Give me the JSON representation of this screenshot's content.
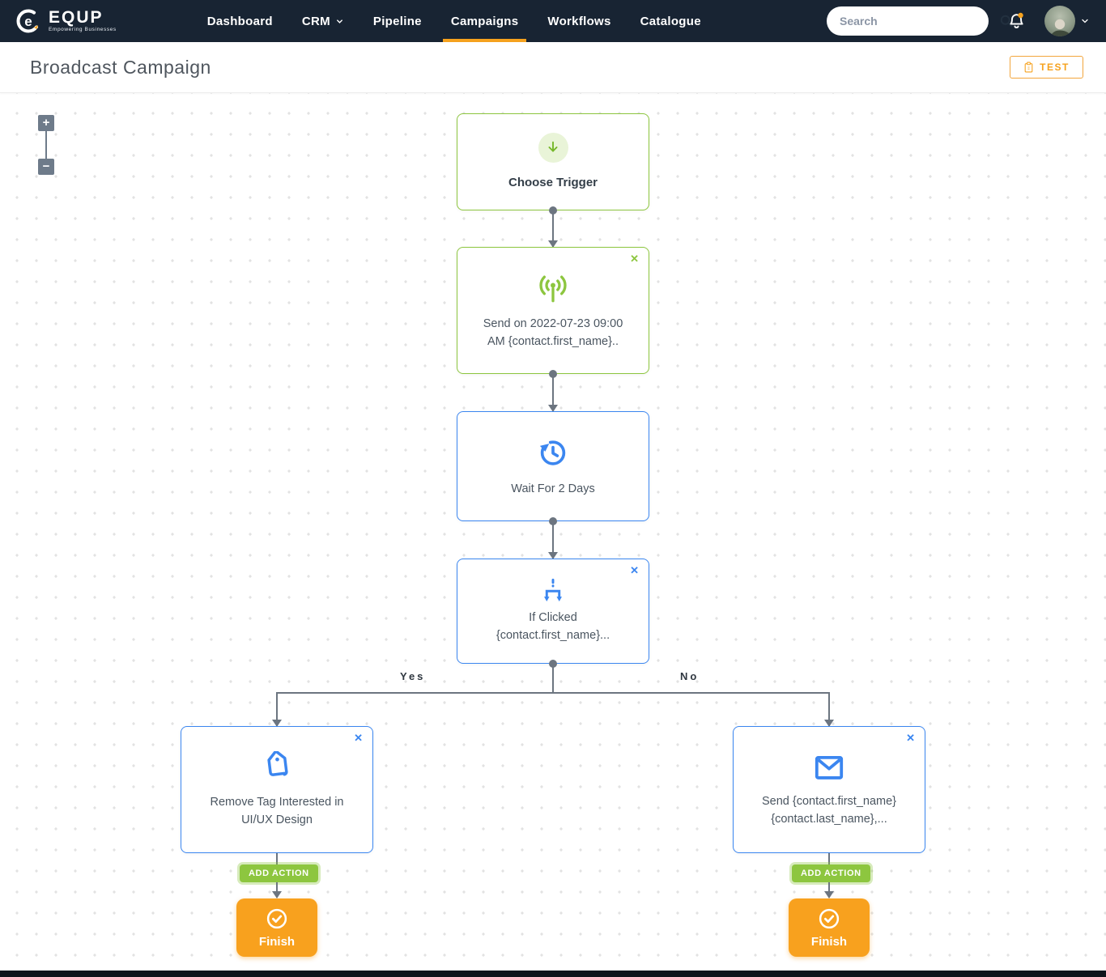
{
  "navbar": {
    "brand": "EQUP",
    "tagline": "Empowering Businesses",
    "items": [
      {
        "label": "Dashboard"
      },
      {
        "label": "CRM"
      },
      {
        "label": "Pipeline"
      },
      {
        "label": "Campaigns"
      },
      {
        "label": "Workflows"
      },
      {
        "label": "Catalogue"
      }
    ],
    "search": {
      "placeholder": "Search"
    }
  },
  "header": {
    "title": "Broadcast Campaign",
    "test_label": "TEST"
  },
  "flow": {
    "zoom": {
      "in": "+",
      "out": "−"
    },
    "trigger": {
      "label": "Choose Trigger"
    },
    "broadcast": {
      "line1": "Send on 2022-07-23 09:00",
      "line2": "AM {contact.first_name}..",
      "close": "✕"
    },
    "wait": {
      "label": "Wait For 2 Days"
    },
    "condition": {
      "line1": "If Clicked",
      "line2": "{contact.first_name}...",
      "close": "✕"
    },
    "branch": {
      "yes": "Yes",
      "no": "No"
    },
    "remove_tag": {
      "line1": "Remove Tag Interested in",
      "line2": "UI/UX Design",
      "close": "✕"
    },
    "send_email": {
      "line1": "Send {contact.first_name}",
      "line2": "{contact.last_name},...",
      "close": "✕"
    },
    "add_action_label": "ADD ACTION",
    "finish_label": "Finish"
  },
  "colors": {
    "accent_orange": "#F6A21E",
    "green": "#8DC63F",
    "blue": "#3B86F0",
    "navy": "#182433",
    "connector_gray": "#6C7580"
  }
}
